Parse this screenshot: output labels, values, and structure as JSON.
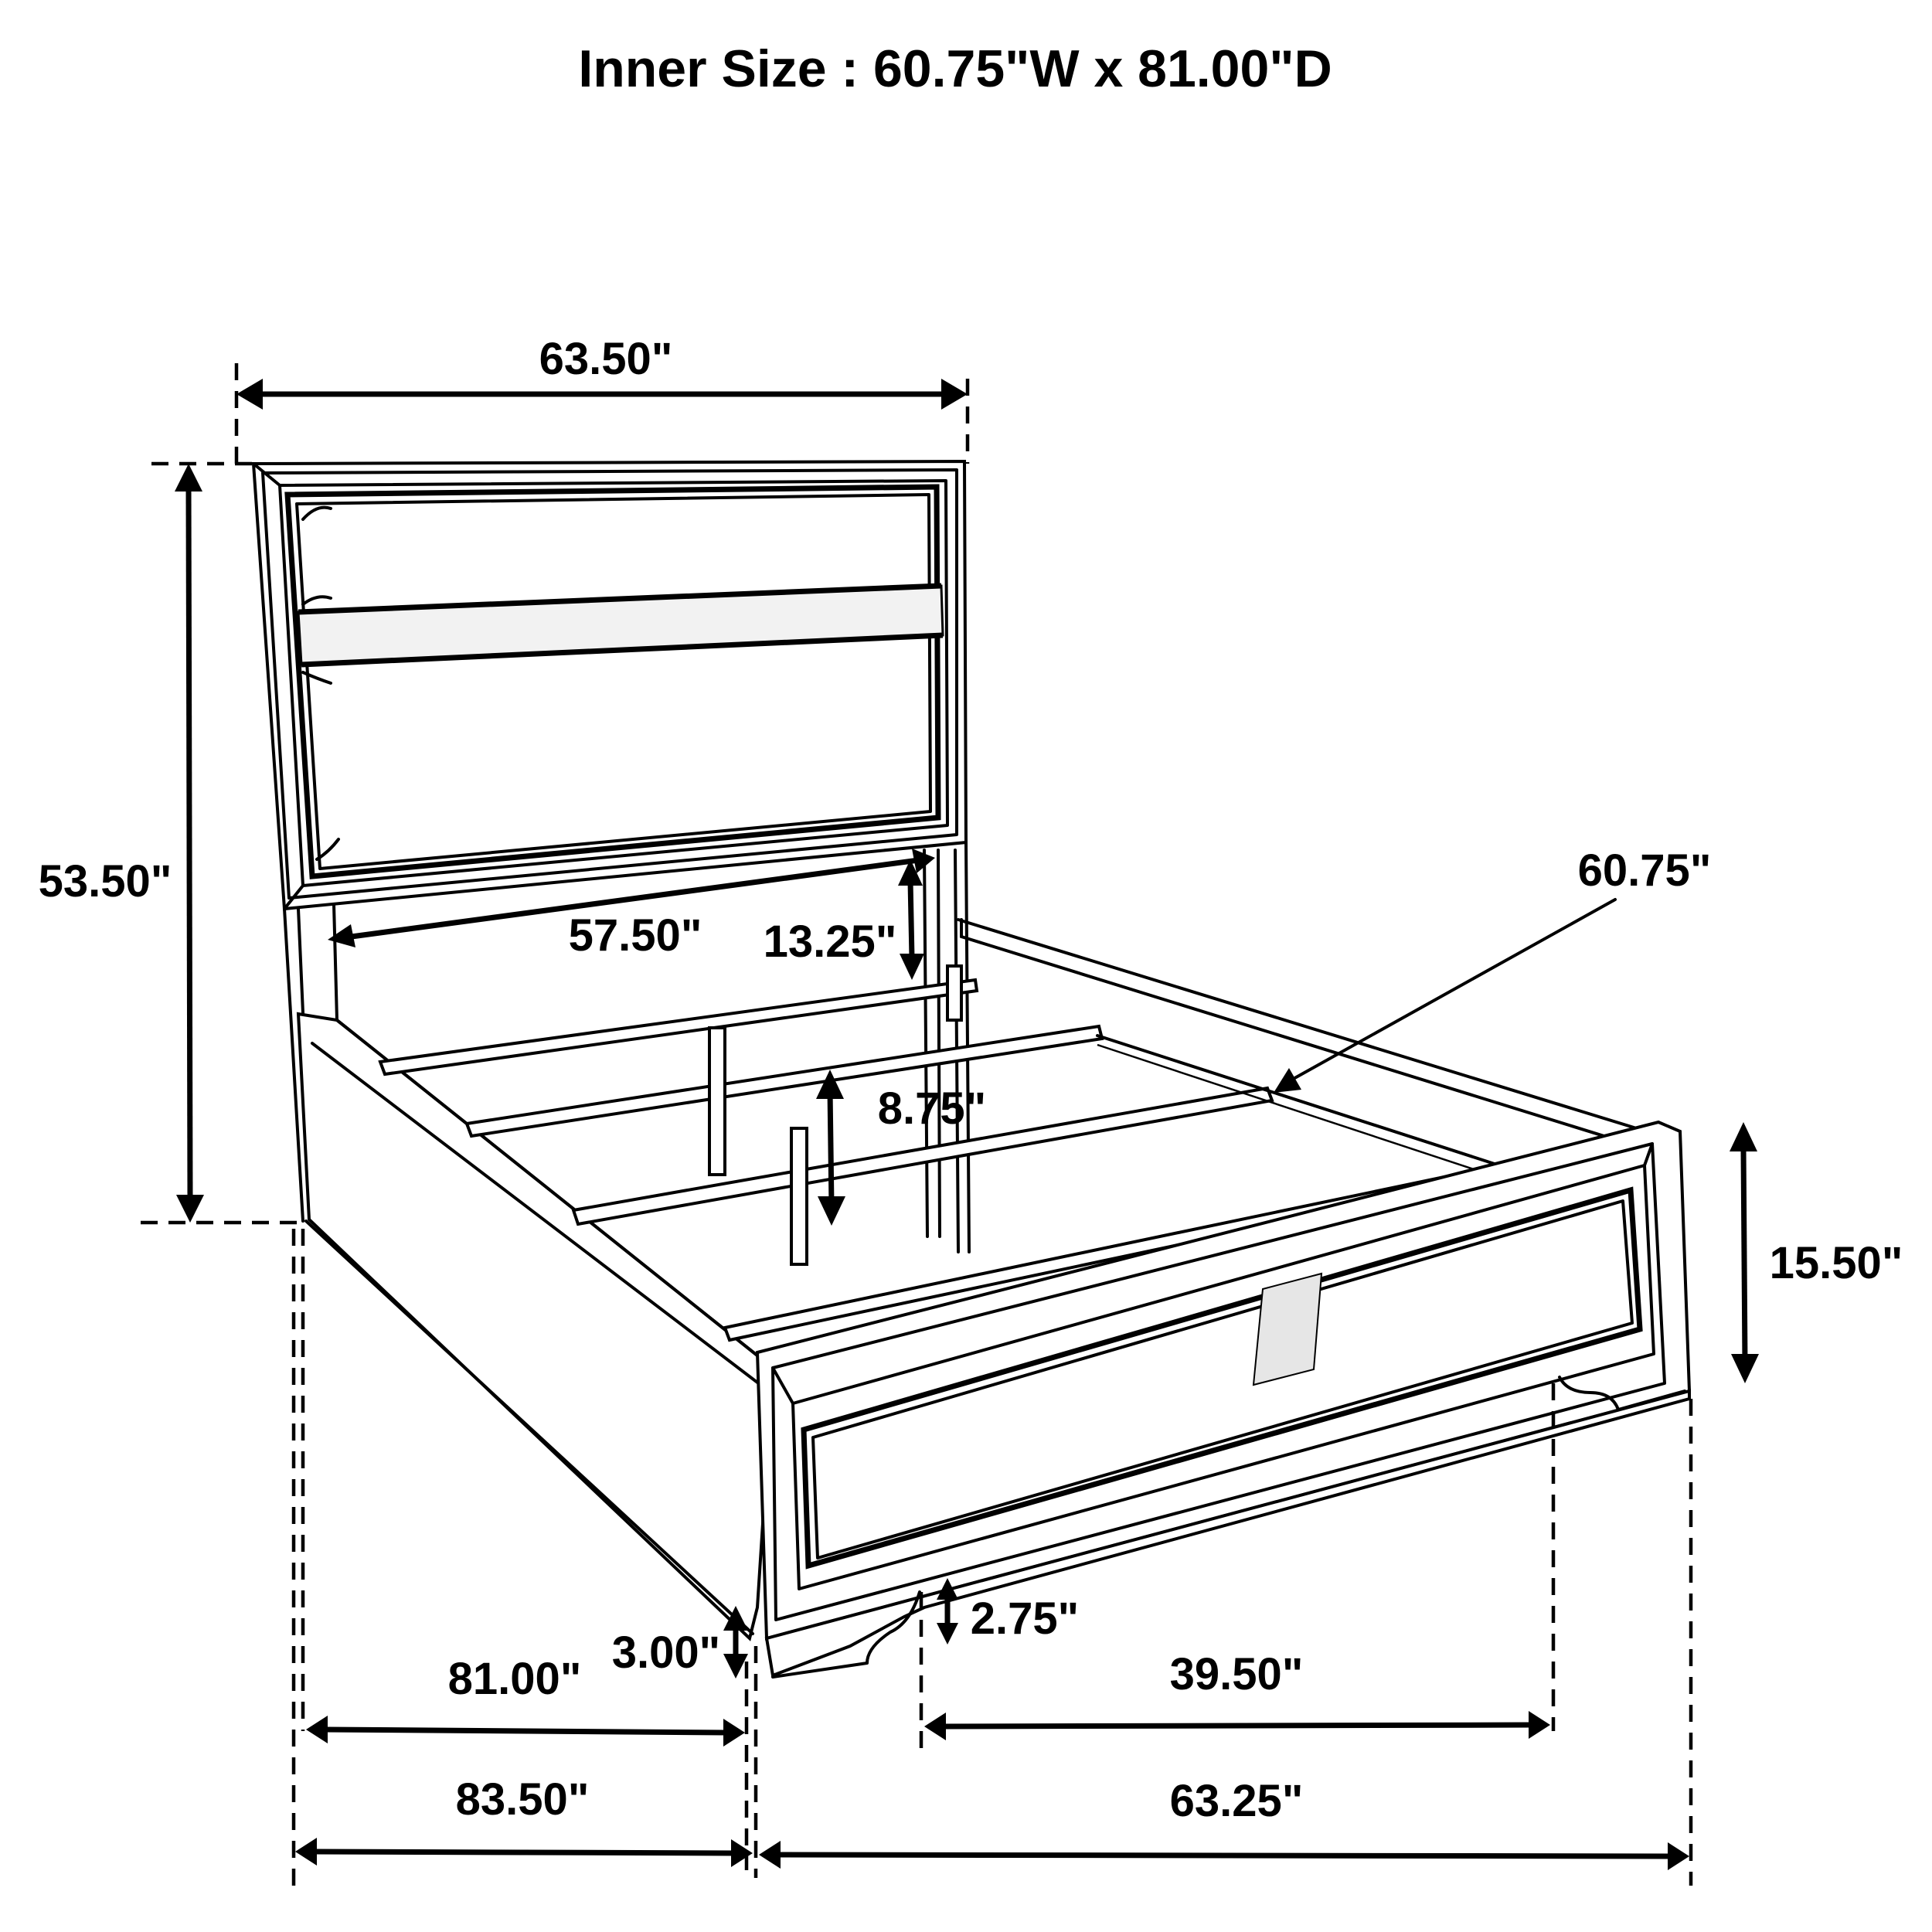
{
  "title": "Inner Size : 60.75\"W x 81.00\"D",
  "product": "Bed with headboard, footboard and side rails (line drawing)",
  "dimensions": {
    "headboard_width": "63.50\"",
    "headboard_height": "53.50\"",
    "headboard_panel_width": "57.50\"",
    "headboard_clearance": "13.25\"",
    "inner_width": "60.75\"",
    "slat_drop": "8.75\"",
    "footboard_height": "15.50\"",
    "footboard_foot_height": "2.75\"",
    "side_rail_clearance": "3.00\"",
    "inner_length": "81.00\"",
    "footboard_leg_span": "39.50\"",
    "overall_length": "83.50\"",
    "overall_width": "63.25\""
  },
  "colors": {
    "line": "#000000",
    "background": "#ffffff",
    "sparkle_fill": "#f2f2f2"
  }
}
